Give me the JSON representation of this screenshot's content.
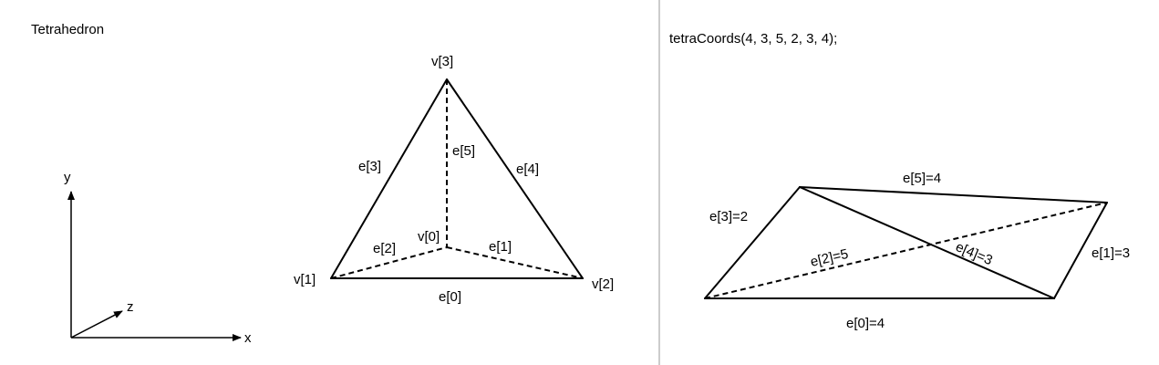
{
  "left_panel": {
    "title": "Tetrahedron",
    "axes": {
      "x": "x",
      "y": "y",
      "z": "z"
    },
    "vertices": [
      "v[0]",
      "v[1]",
      "v[2]",
      "v[3]"
    ],
    "edges": [
      "e[0]",
      "e[1]",
      "e[2]",
      "e[3]",
      "e[4]",
      "e[5]"
    ]
  },
  "right_panel": {
    "title": "tetraCoords(4, 3, 5, 2, 3, 4);",
    "edges": [
      "e[0]=4",
      "e[1]=3",
      "e[2]=5",
      "e[3]=2",
      "e[4]=3",
      "e[5]=4"
    ]
  },
  "colors": {
    "line": "#000000",
    "divider": "#cccccc",
    "background": "#ffffff"
  }
}
